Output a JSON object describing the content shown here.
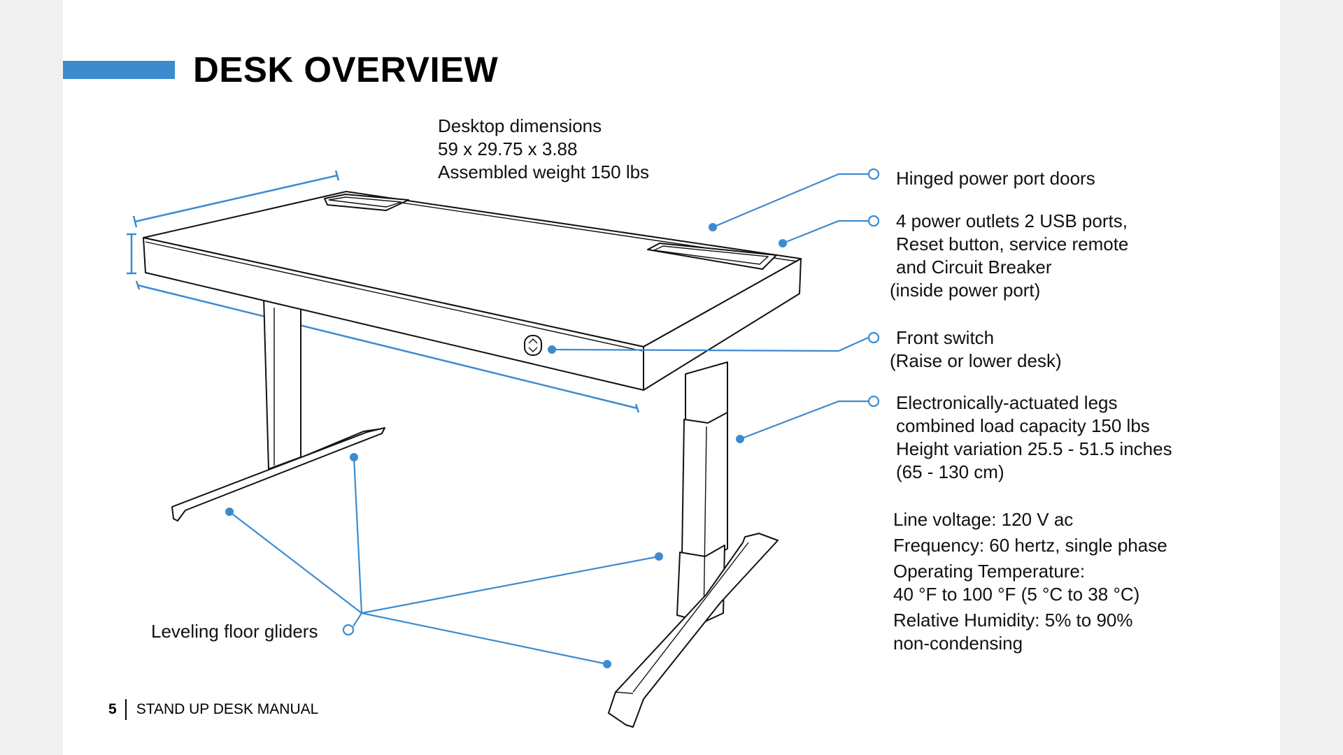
{
  "title": "DESK OVERVIEW",
  "colors": {
    "accent": "#3d8bcf",
    "text": "#111111",
    "background": "#ffffff"
  },
  "desktop_specs": {
    "lines": [
      "Desktop dimensions",
      "59 x  29.75  x 3.88",
      "Assembled weight 150 lbs"
    ]
  },
  "callouts": {
    "hinged_doors": {
      "lines": [
        "Hinged power port doors"
      ]
    },
    "power_port": {
      "lines": [
        "4 power outlets 2 USB ports,",
        "Reset button, service remote",
        "and Circuit Breaker",
        "(inside power port)"
      ]
    },
    "front_switch": {
      "lines": [
        "Front switch",
        "(Raise or lower desk)"
      ]
    },
    "legs": {
      "lines": [
        "Electronically-actuated legs",
        "combined load capacity 150 lbs",
        "Height variation 25.5 - 51.5 inches",
        "(65 - 130 cm)"
      ]
    },
    "gliders": {
      "label": "Leveling floor gliders"
    }
  },
  "electrical_specs": {
    "lines": [
      "Line voltage: 120 V ac",
      "Frequency: 60 hertz, single phase",
      "Operating Temperature:",
      "40 °F to 100 °F (5 °C to 38 °C)",
      "Relative Humidity: 5% to 90%",
      "non-condensing"
    ]
  },
  "footer": {
    "page_number": "5",
    "manual_title": "STAND UP DESK MANUAL"
  },
  "icons": [
    "raise-lower-switch-icon"
  ]
}
